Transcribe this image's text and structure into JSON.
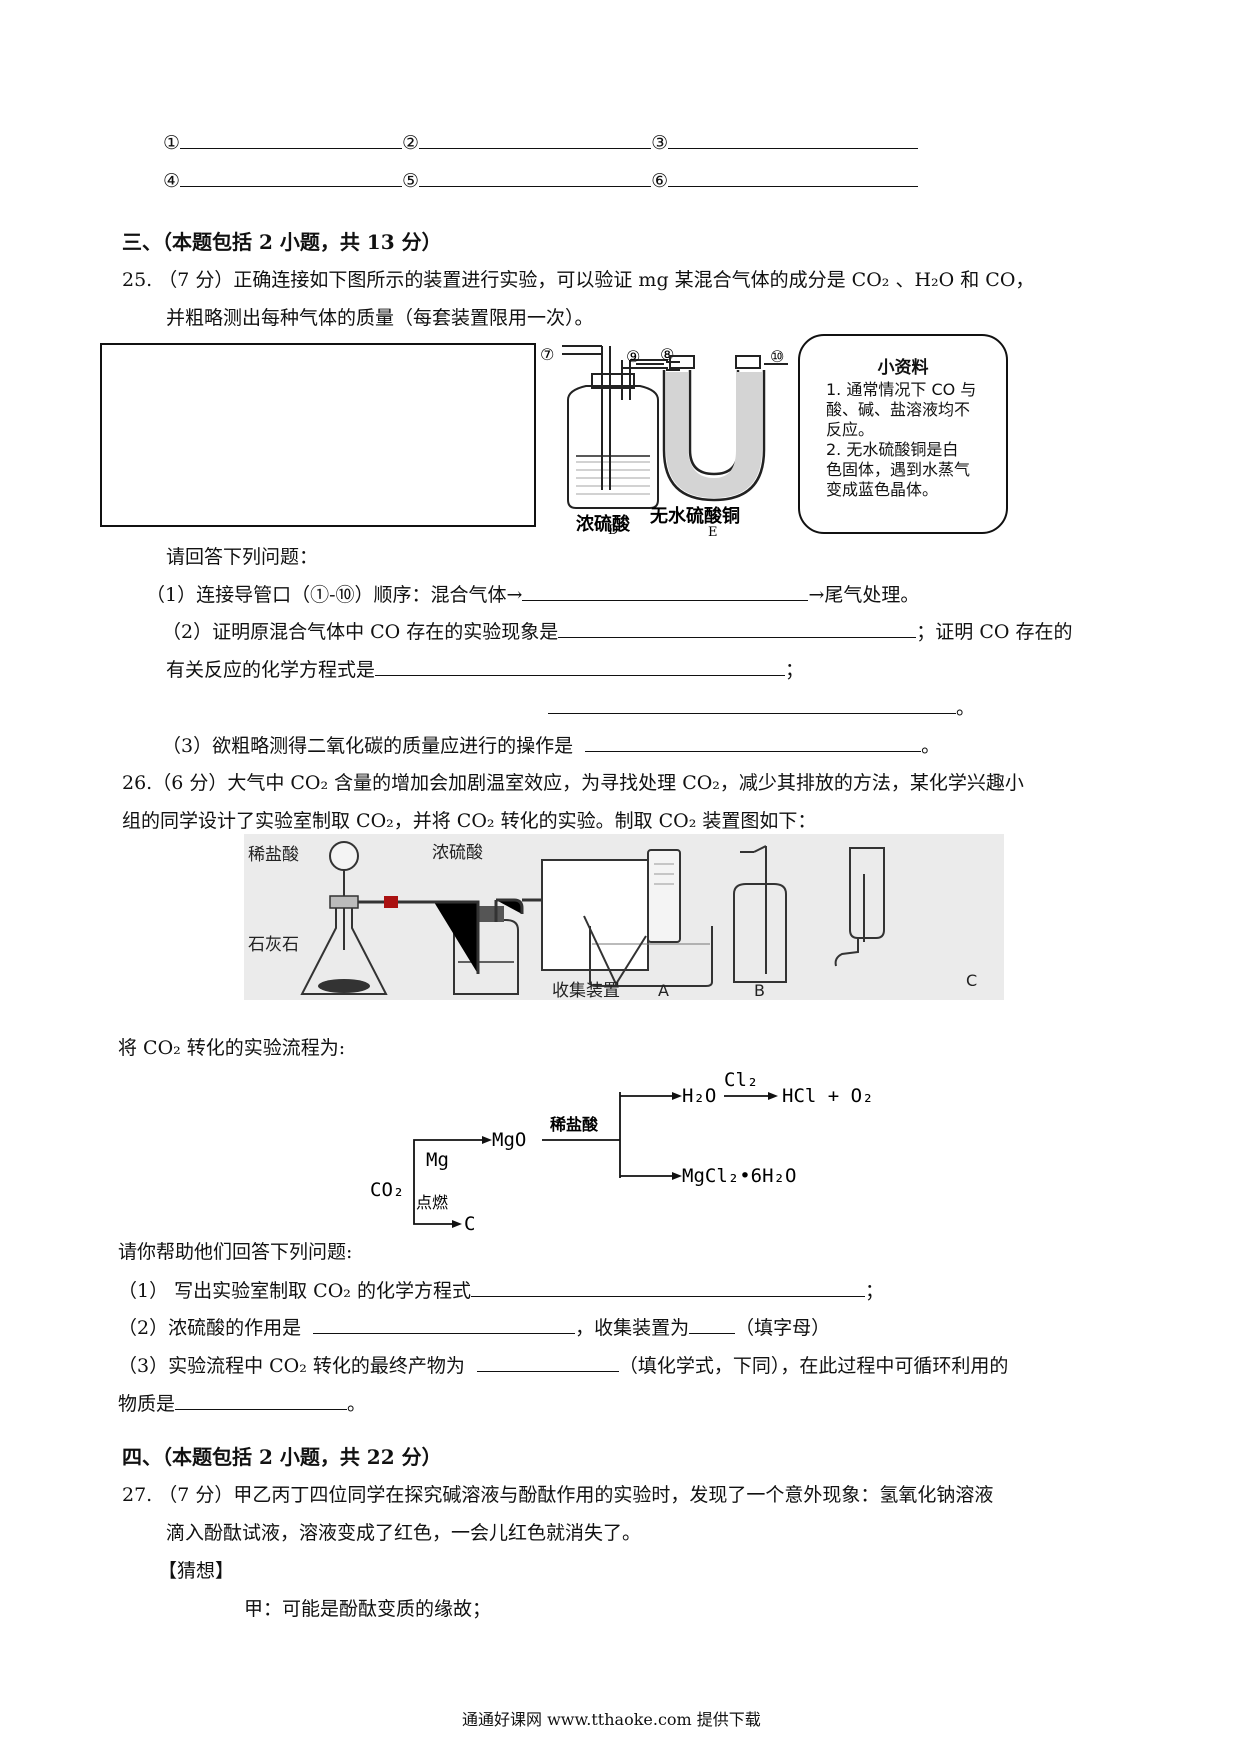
{
  "blanks_top": {
    "row1": [
      "①",
      "②",
      "③"
    ],
    "row2": [
      "④",
      "⑤",
      "⑥"
    ]
  },
  "section3": {
    "heading": "三、（本题包括 2 小题，共 13 分）",
    "q25": {
      "line1": "25.  （7 分）正确连接如下图所示的装置进行实验，可以验证 mg 某混合气体的成分是 CO₂ 、H₂O 和 CO，",
      "line2": "并粗略测出每种气体的质量（每套装置限用一次）。",
      "figure": {
        "port7": "⑦",
        "port8": "⑧",
        "port9": "⑨",
        "port10": "⑩",
        "d_label": "浓硫酸",
        "d_letter": "D",
        "e_label": "无水硫酸铜",
        "e_letter": "E",
        "note_title": "小资料",
        "note_lines": [
          "1. 通常情况下 CO 与",
          "酸、碱、盐溶液均不",
          "反应。",
          "2. 无水硫酸铜是白",
          "色固体，遇到水蒸气",
          "变成蓝色晶体。"
        ]
      },
      "prompt": "请回答下列问题：",
      "s1_a": "（1）连接导管口（①-⑩）顺序：混合气体→",
      "s1_b": "→尾气处理。",
      "s2_a": "（2）证明原混合气体中 CO 存在的实验现象是",
      "s2_b": "；证明 CO 存在的",
      "s2_c": "有关反应的化学方程式是",
      "s2_d": "；",
      "s2_e": "。",
      "s3_a": "（3）欲粗略测得二氧化碳的质量应进行的操作是",
      "s3_b": "。"
    },
    "q26": {
      "line1": "26.（6 分）大气中 CO₂ 含量的增加会加剧温室效应，为寻找处理 CO₂，减少其排放的方法，某化学兴趣小",
      "line2": "组的同学设计了实验室制取 CO₂，并将 CO₂ 转化的实验。制取 CO₂ 装置图如下：",
      "figure": {
        "acid": "稀盐酸",
        "h2so4": "浓硫酸",
        "stone": "石灰石",
        "collect": "收集装置",
        "a": "A",
        "b": "B",
        "c": "C"
      },
      "flow_intro": "将 CO₂ 转化的实验流程为:",
      "flow": {
        "co2": "CO₂",
        "mg": "Mg",
        "ignite": "点燃",
        "mgo": "MgO",
        "acid": "稀盐酸",
        "c": "C",
        "h2o": "H₂O",
        "cl2": "Cl₂",
        "hcl": "HCl + O₂",
        "mgcl2": "MgCl₂•6H₂O"
      },
      "prompt": "请你帮助他们回答下列问题:",
      "s1_a": "（1）  写出实验室制取 CO₂ 的化学方程式",
      "s1_b": "；",
      "s2_a": "（2）浓硫酸的作用是",
      "s2_b": "，收集装置为",
      "s2_c": "（填字母）",
      "s3_a": "（3）实验流程中 CO₂ 转化的最终产物为",
      "s3_b": "（填化学式，下同），在此过程中可循环利用的",
      "s3_c": "物质是",
      "s3_d": "。"
    }
  },
  "section4": {
    "heading": "四、（本题包括 2 小题，共 22 分）",
    "q27": {
      "line1": "27.  （7 分）甲乙丙丁四位同学在探究碱溶液与酚酞作用的实验时，发现了一个意外现象：氢氧化钠溶液",
      "line2": "滴入酚酞试液，溶液变成了红色，一会儿红色就消失了。",
      "guess": "【猜想】",
      "jia": "甲：可能是酚酞变质的缘故；"
    }
  },
  "footer": "通通好课网  www.tthaoke.com  提供下载"
}
